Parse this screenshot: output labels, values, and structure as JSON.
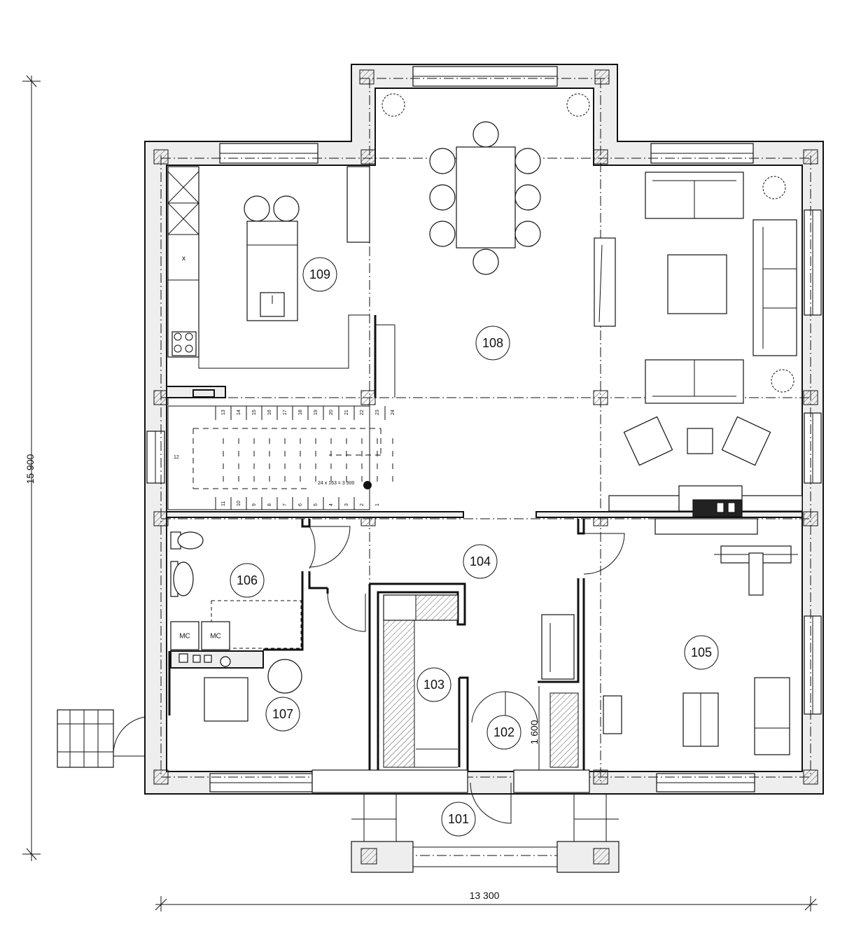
{
  "dimensions": {
    "width_label": "13 300",
    "height_label": "15 900",
    "entrance_opening": "1 600"
  },
  "stair": {
    "spec": "24 x 163 = 3 900",
    "landing_label": "12",
    "upper_steps": [
      "13",
      "14",
      "15",
      "16",
      "17",
      "18",
      "19",
      "20",
      "21",
      "22",
      "23",
      "24"
    ],
    "lower_steps": [
      "11",
      "10",
      "9",
      "8",
      "7",
      "6",
      "5",
      "4",
      "3",
      "2",
      "1"
    ]
  },
  "rooms": [
    {
      "id": "101",
      "label": "101"
    },
    {
      "id": "102",
      "label": "102"
    },
    {
      "id": "103",
      "label": "103"
    },
    {
      "id": "104",
      "label": "104"
    },
    {
      "id": "105",
      "label": "105"
    },
    {
      "id": "106",
      "label": "106"
    },
    {
      "id": "107",
      "label": "107"
    },
    {
      "id": "108",
      "label": "108"
    },
    {
      "id": "109",
      "label": "109"
    }
  ],
  "appliances": {
    "washer_1": "MC",
    "washer_2": "MC",
    "sink_mark": "x"
  }
}
